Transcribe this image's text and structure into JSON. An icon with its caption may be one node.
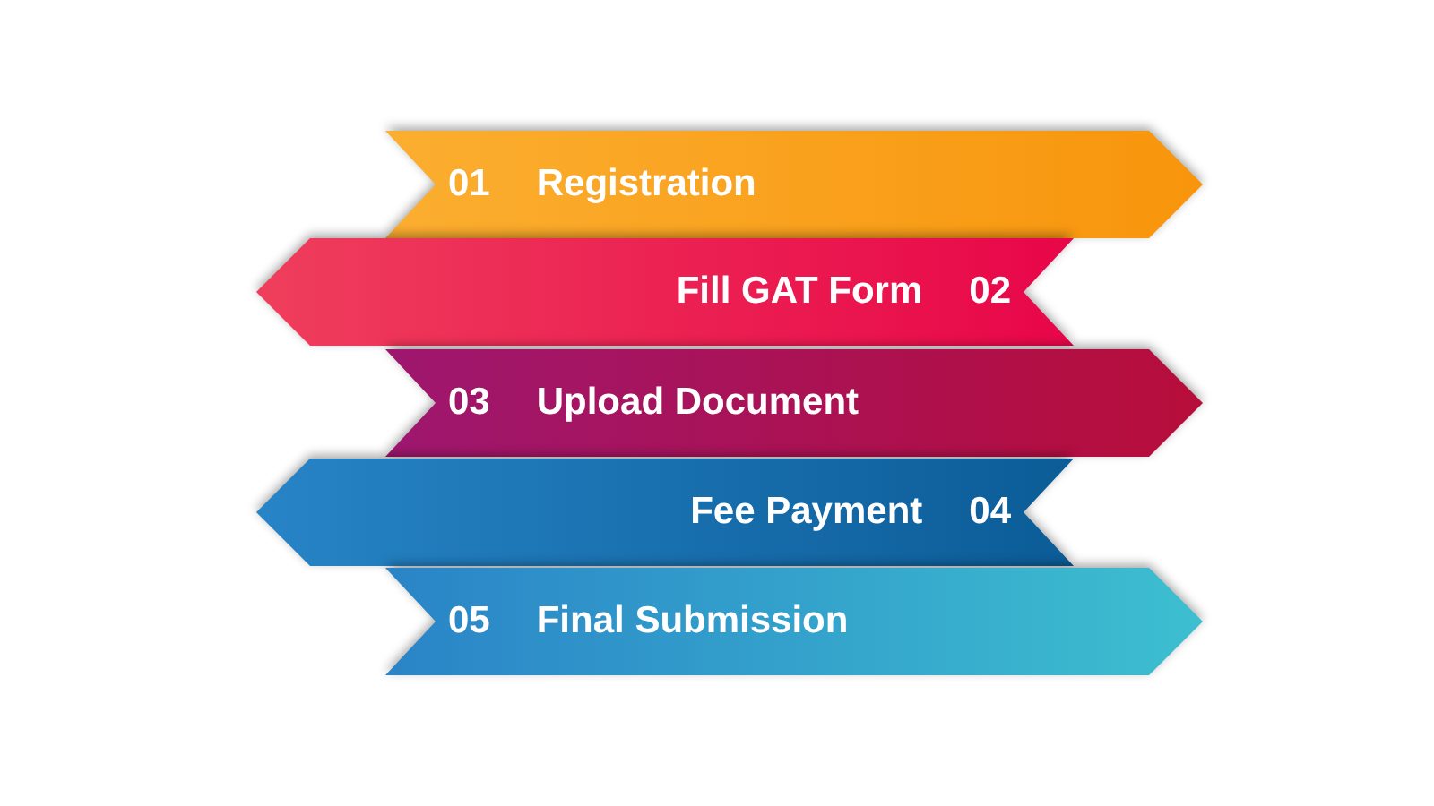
{
  "diagram": {
    "nodes": [
      {
        "text": [
          "01",
          "Registration"
        ]
      },
      {
        "text": [
          "Fill GAT Form",
          "02"
        ]
      },
      {
        "text": [
          "03",
          "Upload Document"
        ]
      },
      {
        "text": [
          "Fee Payment",
          "04"
        ]
      },
      {
        "text": [
          "05",
          "Final Submission"
        ]
      }
    ]
  }
}
